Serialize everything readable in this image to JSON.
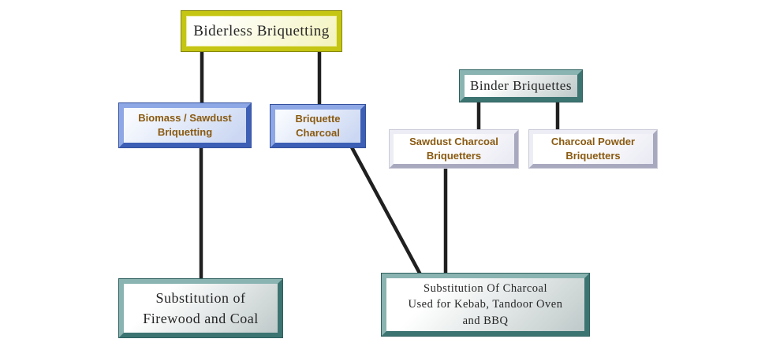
{
  "diagram": {
    "title": "Briquetting types flowchart",
    "nodes": {
      "biderless": {
        "label": "Biderless Briquetting",
        "style": "yellow"
      },
      "biomass": {
        "label": "Biomass / Sawdust\nBriquetting",
        "style": "blue"
      },
      "briquette_charcoal": {
        "label": "Briquette\nCharcoal",
        "style": "blue"
      },
      "binder": {
        "label": "Binder Briquettes",
        "style": "teal"
      },
      "sawdust_briquetters": {
        "label": "Sawdust Charcoal\nBriquetters",
        "style": "lavender"
      },
      "charcoal_powder_briquetters": {
        "label": "Charcoal Powder\nBriquetters",
        "style": "lavender"
      },
      "substitution_firewood": {
        "label": "Substitution of\nFirewood and Coal",
        "style": "teal"
      },
      "substitution_charcoal": {
        "label": "Substitution Of Charcoal\nUsed for Kebab, Tandoor Oven\nand BBQ",
        "style": "teal"
      }
    },
    "edges": [
      {
        "from": "biderless",
        "to": "biomass"
      },
      {
        "from": "biderless",
        "to": "briquette_charcoal"
      },
      {
        "from": "biomass",
        "to": "substitution_firewood"
      },
      {
        "from": "briquette_charcoal",
        "to": "substitution_charcoal"
      },
      {
        "from": "binder",
        "to": "sawdust_briquetters"
      },
      {
        "from": "binder",
        "to": "charcoal_powder_briquetters"
      },
      {
        "from": "sawdust_briquetters",
        "to": "substitution_charcoal"
      }
    ],
    "colors": {
      "background": "#ffffff",
      "line": "#202020",
      "yellow_border": "#c5c513",
      "blue_border": "#3d5fb5",
      "teal_border": "#4e8f8d",
      "lavender_border": "#b9b9cc",
      "serif_text": "#262626",
      "brown_text": "#8a5a10"
    }
  }
}
